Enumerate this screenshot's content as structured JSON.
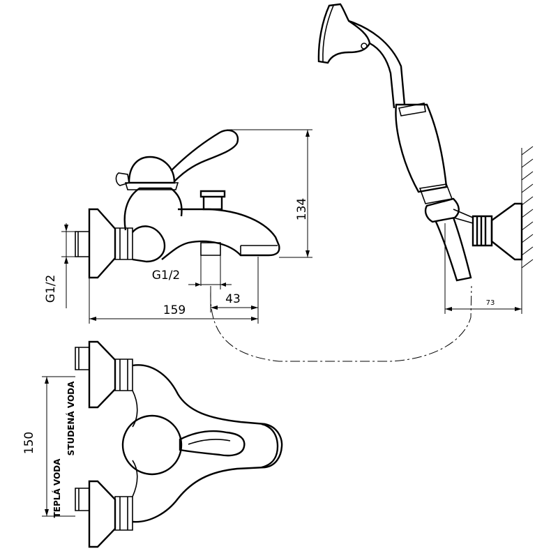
{
  "dimensions": {
    "height_134": "134",
    "g12_side": "G1/2",
    "g12_spout": "G1/2",
    "d43": "43",
    "d159": "159",
    "d73": "73",
    "d150": "150"
  },
  "labels": {
    "tepla_voda": "TEPLÁ VODA",
    "studena_voda": "STUDENÁ VODA"
  }
}
